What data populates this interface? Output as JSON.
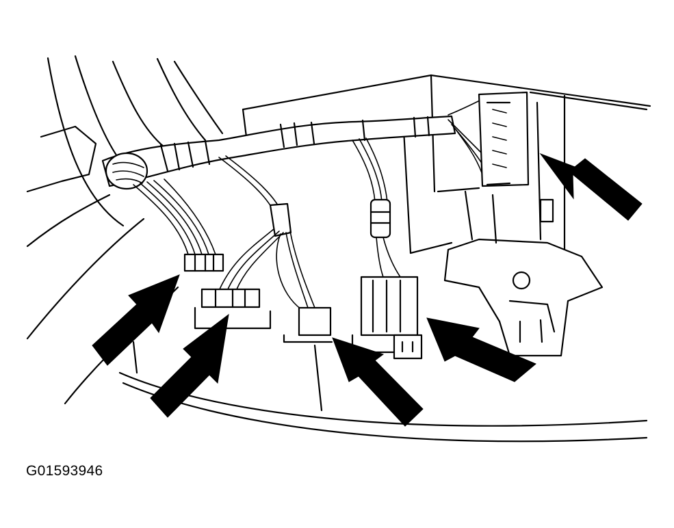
{
  "figure": {
    "code": "G01593946"
  },
  "callouts": [
    {
      "id": "arrow-connector-1"
    },
    {
      "id": "arrow-connector-2"
    },
    {
      "id": "arrow-connector-3"
    },
    {
      "id": "arrow-connector-4"
    },
    {
      "id": "arrow-connector-5"
    }
  ],
  "colors": {
    "line": "#000000",
    "background": "#ffffff"
  }
}
